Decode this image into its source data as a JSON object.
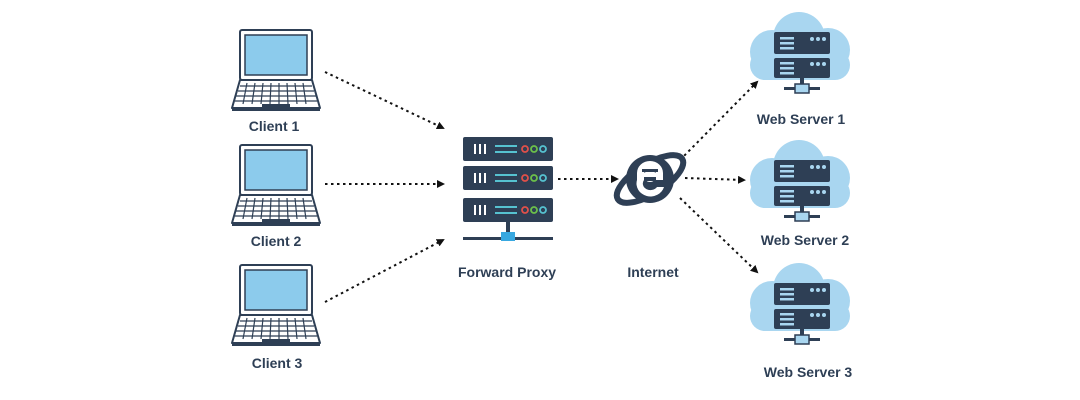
{
  "clients": [
    {
      "label": "Client 1"
    },
    {
      "label": "Client 2"
    },
    {
      "label": "Client 3"
    }
  ],
  "proxy": {
    "label": "Forward Proxy"
  },
  "internet": {
    "label": "Internet",
    "icon": "internet-explorer-e-icon"
  },
  "servers": [
    {
      "label": "Web Server 1"
    },
    {
      "label": "Web Server 2"
    },
    {
      "label": "Web Server 3"
    }
  ],
  "colors": {
    "text": "#2e3f55",
    "dark": "#2e3f55",
    "screen": "#8ccbec",
    "cloud": "#a9d6f0",
    "connector": "#38a8e0",
    "led_red": "#e0504a",
    "led_green": "#6cc04a",
    "led_teal": "#56c2d0",
    "arrow": "#111111"
  }
}
